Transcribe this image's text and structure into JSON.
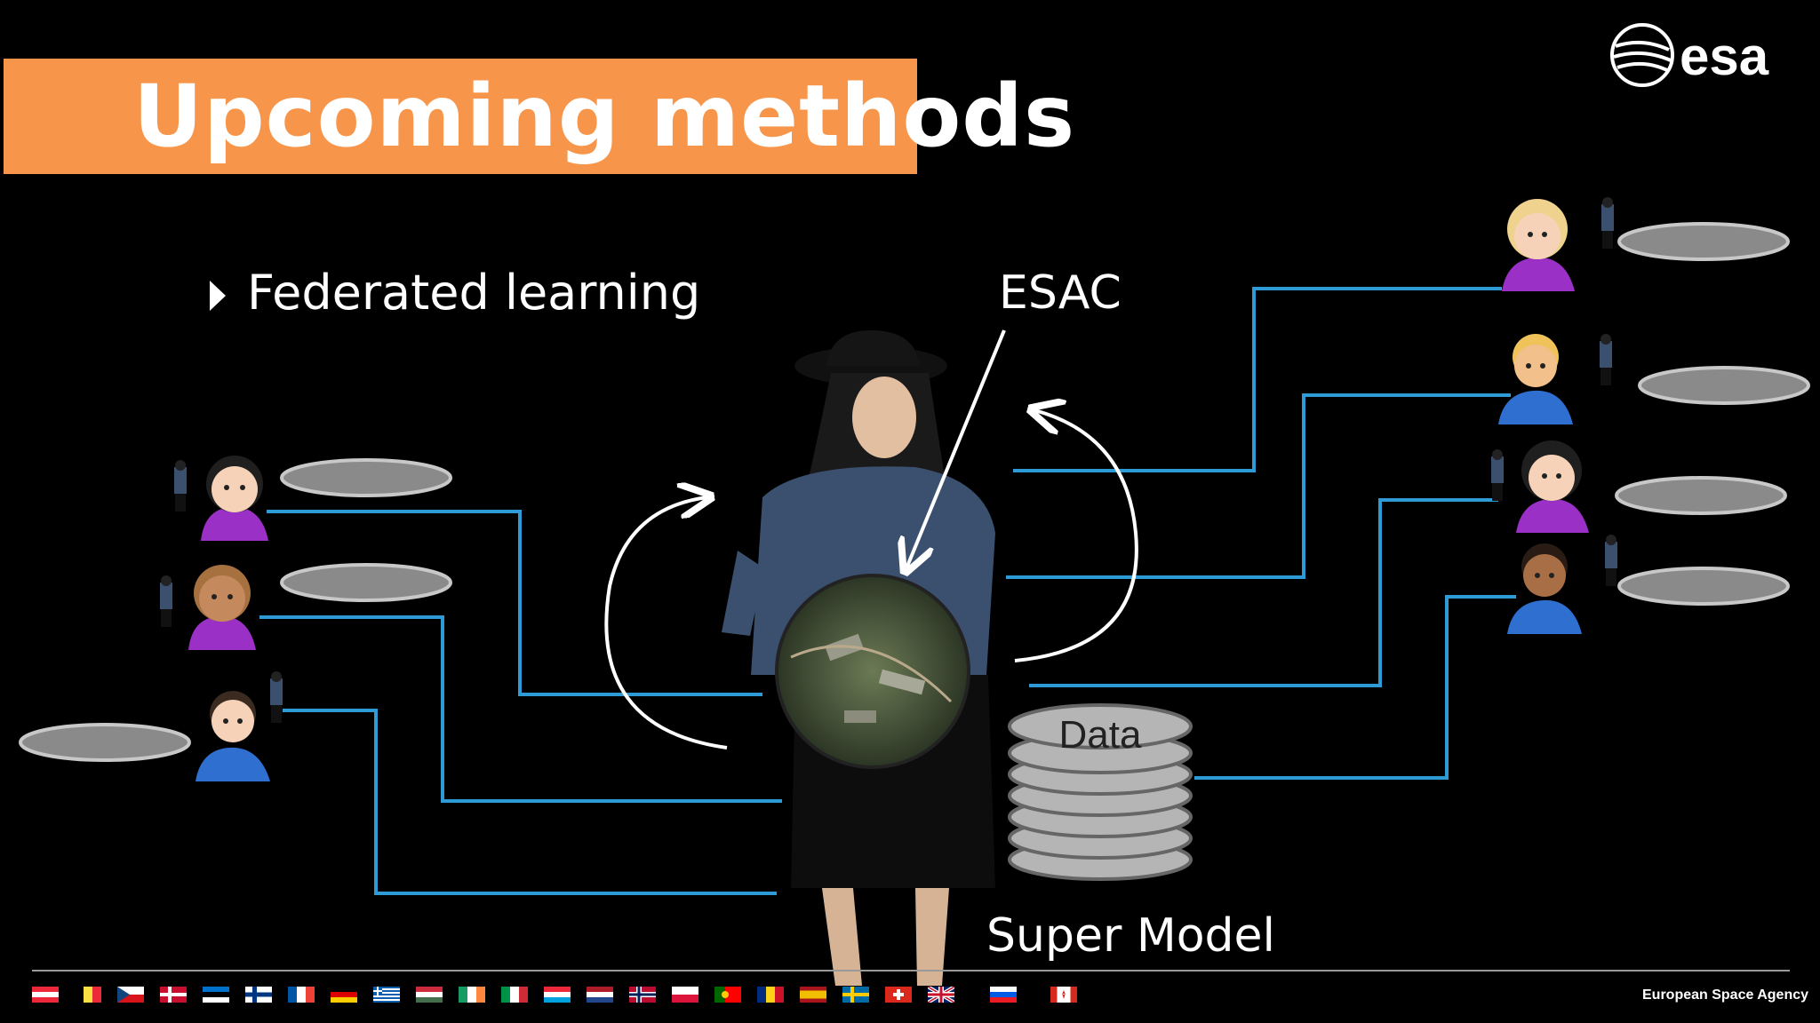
{
  "slide": {
    "title": "Upcoming methods",
    "bullet": "Federated learning",
    "esac_label": "ESAC",
    "super_model_label": "Super Model",
    "data_label": "Data",
    "logo_text": "esa",
    "footer_agency": "European Space Agency"
  },
  "colors": {
    "title_bar": "#f7964a",
    "connector_lines": "#2f9bd6",
    "background": "#000000"
  },
  "icons": [
    "person-tipping-hand-emoji",
    "model-figure-image",
    "esac-aerial-photo",
    "database-stack",
    "curved-arrow"
  ],
  "footer_flags": [
    "austria",
    "belgium",
    "czech-republic",
    "denmark",
    "estonia",
    "finland",
    "france",
    "germany",
    "greece",
    "hungary",
    "ireland",
    "italy",
    "luxembourg",
    "netherlands",
    "norway",
    "poland",
    "portugal",
    "romania",
    "spain",
    "sweden",
    "switzerland",
    "united-kingdom",
    "slovenia",
    "canada"
  ]
}
